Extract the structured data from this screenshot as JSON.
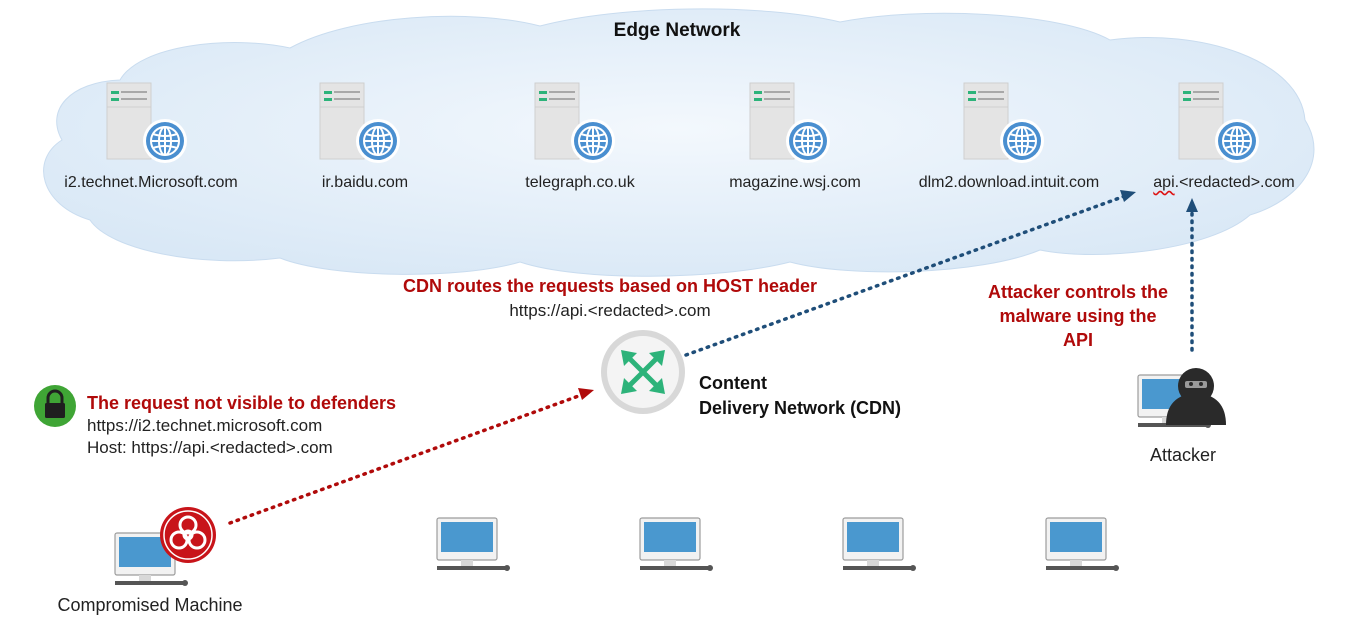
{
  "cloud": {
    "title": "Edge Network"
  },
  "servers": [
    {
      "label": "i2.technet.Microsoft.com"
    },
    {
      "label": "ir.baidu.com"
    },
    {
      "label": "telegraph.co.uk"
    },
    {
      "label": "magazine.wsj.com"
    },
    {
      "label": "dlm2.download.intuit.com"
    },
    {
      "label": "api.<redacted>.com"
    }
  ],
  "routing": {
    "title": "CDN routes the requests based on HOST header",
    "url": "https://api.<redacted>.com"
  },
  "cdn": {
    "line1": "Content",
    "line2": "Delivery Network (CDN)"
  },
  "attacker_note": {
    "line1": "Attacker controls the",
    "line2": "malware using the",
    "line3": "API"
  },
  "attacker": {
    "label": "Attacker"
  },
  "request": {
    "title": "The request not visible to defenders",
    "url": "https://i2.technet.microsoft.com",
    "host": "Host: https://api.<redacted>.com"
  },
  "compromised": {
    "label": "Compromised Machine"
  },
  "colors": {
    "cloud_fill": "#e3eef8",
    "alert_red": "#b00a0a",
    "arrow_blue": "#1f4e79",
    "arrow_red": "#b00a0a",
    "monitor_blue": "#4a98cf",
    "cdn_green": "#2db37a",
    "lock_green": "#3fa535"
  }
}
